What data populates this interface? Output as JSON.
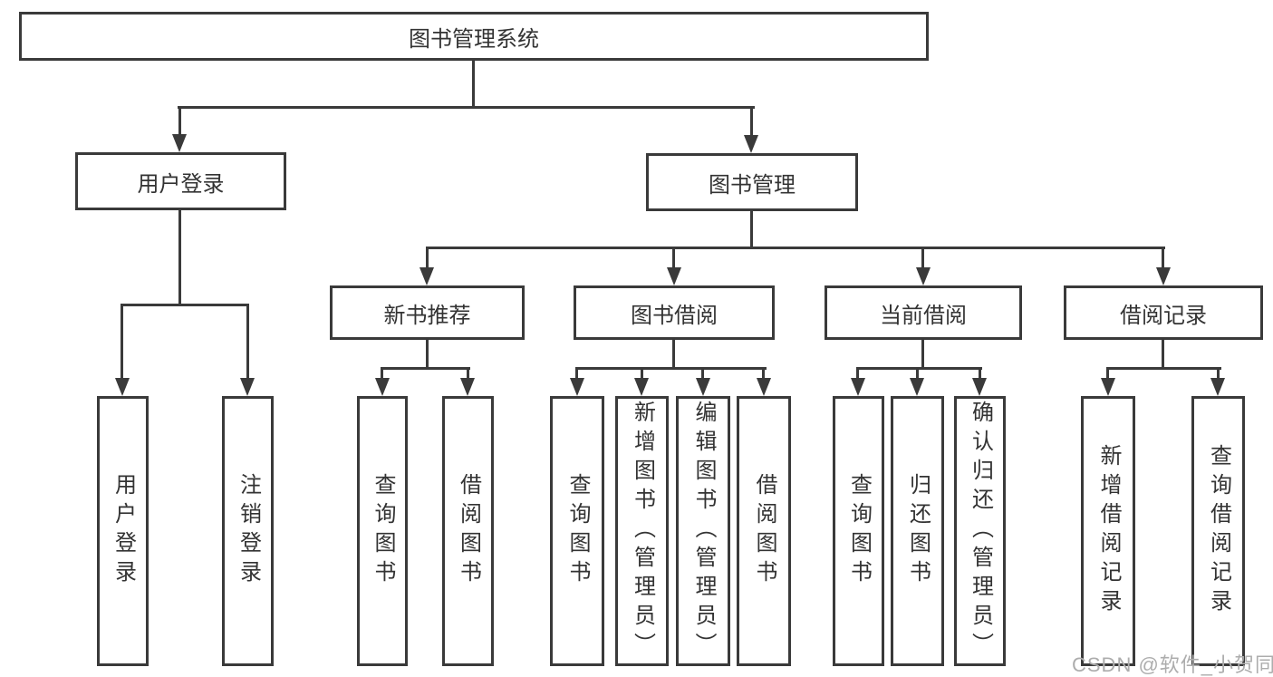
{
  "diagram": {
    "root": {
      "label": "图书管理系统"
    },
    "level1": [
      {
        "label": "用户登录"
      },
      {
        "label": "图书管理"
      }
    ],
    "level2": [
      {
        "label": "新书推荐"
      },
      {
        "label": "图书借阅"
      },
      {
        "label": "当前借阅"
      },
      {
        "label": "借阅记录"
      }
    ],
    "leaves": [
      {
        "label": "用户登录"
      },
      {
        "label": "注销登录"
      },
      {
        "label": "查询图书"
      },
      {
        "label": "借阅图书"
      },
      {
        "label": "查询图书"
      },
      {
        "label": "新增图书（管理员）"
      },
      {
        "label": "编辑图书（管理员）"
      },
      {
        "label": "借阅图书"
      },
      {
        "label": "查询图书"
      },
      {
        "label": "归还图书"
      },
      {
        "label": "确认归还（管理员）"
      },
      {
        "label": "新增借阅记录"
      },
      {
        "label": "查询借阅记录"
      }
    ]
  },
  "watermark": {
    "text": "CSDN @软件_小贺同学"
  },
  "colors": {
    "line": "#3a3a3a",
    "text": "#333333",
    "background": "#ffffff",
    "watermark": "#adadad"
  }
}
